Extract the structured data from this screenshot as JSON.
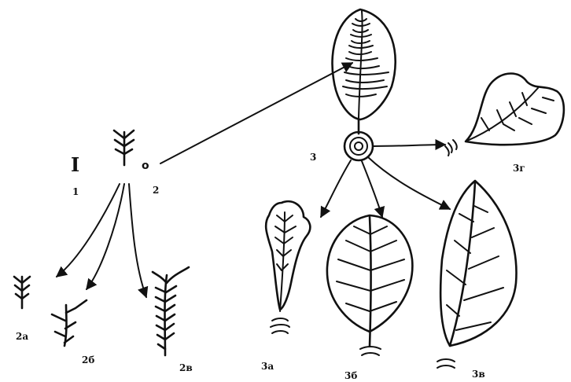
{
  "labels": {
    "l1": "1",
    "l2": "2",
    "l2a": "2а",
    "l2b": "2б",
    "l2v": "2в",
    "l3": "3",
    "l3a": "3а",
    "l3b": "3б",
    "l3v": "3в",
    "l3g": "3г"
  },
  "glyphs": {
    "roman_one": "I",
    "small_o": "o"
  }
}
